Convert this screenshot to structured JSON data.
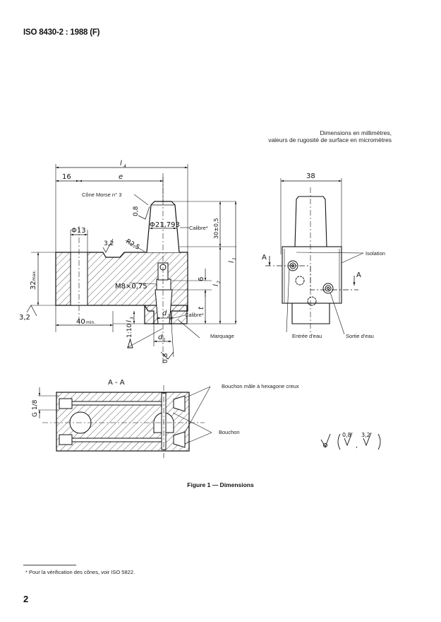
{
  "header": {
    "doc_id": "ISO 8430-2 : 1988 (F)"
  },
  "units_note": {
    "line1": "Dimensions en millimètres,",
    "line2": "valeurs de rugosité de surface en micromètres"
  },
  "front_view": {
    "dims": {
      "l4": "l",
      "l4_sub": "4",
      "d16": "16",
      "e": "e",
      "phi13": "Φ13",
      "roughness_32": "3,2",
      "r25": "R2,5",
      "roughness_08_top": "0,8",
      "phi_gauge": "Φ21,793",
      "tol_30": "30±0,5",
      "l1": "l",
      "l1_sub": "1",
      "l2": "l",
      "l2_sub": "2",
      "six": "6",
      "t": "t",
      "l3": "l",
      "l3_sub": "3",
      "thread": "M8×0,75",
      "d2": "d",
      "d2_sub": "2",
      "d1": "d",
      "d1_sub": "1",
      "taper": "1:10",
      "roughness_08_bottom": "0,8",
      "height_32": "32",
      "height_32_suffix": "max.",
      "base_roughness": "3,2",
      "min_40": "40",
      "min_40_suffix": "min."
    },
    "labels": {
      "cone": "Cône Morse n° 3",
      "gauge_top": "Calibre*",
      "gauge_bottom": "Calibre*",
      "marking": "Marquage"
    }
  },
  "side_view": {
    "width_dim": "38",
    "section_mark": "A",
    "labels": {
      "insulation": "Isolation",
      "water_in": "Entrée d'eau",
      "water_out": "Sortie d'eau"
    }
  },
  "section_view": {
    "title": "A - A",
    "thread_dim": "G 1/8",
    "labels": {
      "hex_plug": "Bouchon mâle à hexagone creux",
      "plug": "Bouchon"
    }
  },
  "general_roughness": {
    "values": [
      "0,8",
      "3,2"
    ]
  },
  "figure_caption": "Figure 1 — Dimensions",
  "footnote": "*   Pour la vérification des cônes, voir ISO 5822.",
  "page_number": "2"
}
